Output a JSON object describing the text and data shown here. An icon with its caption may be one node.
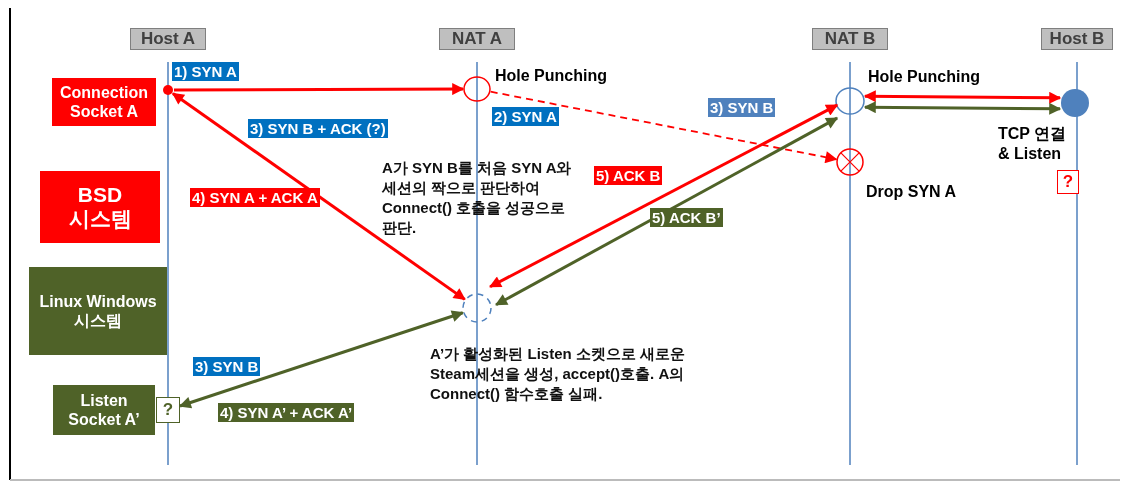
{
  "diagram": {
    "nodes": [
      {
        "text": [
          "Host A"
        ]
      },
      {
        "text": [
          "NAT A"
        ]
      },
      {
        "text": [
          "NAT B"
        ]
      },
      {
        "text": [
          "Host B"
        ]
      },
      {
        "text": [
          "Connection Socket A"
        ]
      },
      {
        "text": [
          "BSD 시스템"
        ]
      },
      {
        "text": [
          "Linux Windows 시스템"
        ]
      },
      {
        "text": [
          "Listen Socket A’"
        ]
      },
      {
        "text": [],
        "shape": "circle"
      },
      {
        "text": [],
        "shape": "circle",
        "beside": [
          "Hole Punching"
        ]
      },
      {
        "text": [],
        "shape": "circle",
        "beside": [
          "Hole Punching"
        ]
      },
      {
        "text": [],
        "shape": "circle",
        "beside": [
          "TCP 연결 & Listen"
        ]
      },
      {
        "text": [],
        "shape": "circle",
        "beside": [
          "Drop SYN A"
        ]
      },
      {
        "text": [
          "?"
        ]
      },
      {
        "text": [],
        "shape": "circle"
      },
      {
        "text": [
          "?"
        ]
      }
    ],
    "edges": [
      {
        "from": 8,
        "to": 9,
        "arrow": "to",
        "label": "1) SYN A"
      },
      {
        "from": 9,
        "to": 12,
        "arrow": "to",
        "label": "2) SYN A",
        "style": "dashed"
      },
      {
        "from": 14,
        "to": 10,
        "arrow": "both",
        "label": "3) SYN B"
      },
      {
        "from": 14,
        "to": 8,
        "arrow": "both",
        "label": "4) SYN A + ACK A"
      },
      {
        "from": 14,
        "to": 10,
        "arrow": "both",
        "label": "5) ACK B’",
        "color": "#4f6228"
      },
      {
        "from": 15,
        "to": 14,
        "arrow": "both",
        "label": "4) SYN A’ + ACK A’",
        "color": "#4f6228"
      },
      {
        "from": 10,
        "to": 11,
        "arrow": "both"
      },
      {
        "from": 10,
        "to": 11,
        "arrow": "both",
        "color": "#4f6228"
      }
    ],
    "labels": [
      "3) SYN B + ACK (?)",
      "A가 SYN B를 처음 SYN A와 세션의 짝으로 판단하여 Connect() 호출을 성공으로 판단.",
      "5) ACK B",
      "A’가 활성화된 Listen 소켓으로 새로운 Steam세션을 생성, accept()호출. A의 Connect() 함수호출 실패.",
      "3) SYN B"
    ]
  }
}
